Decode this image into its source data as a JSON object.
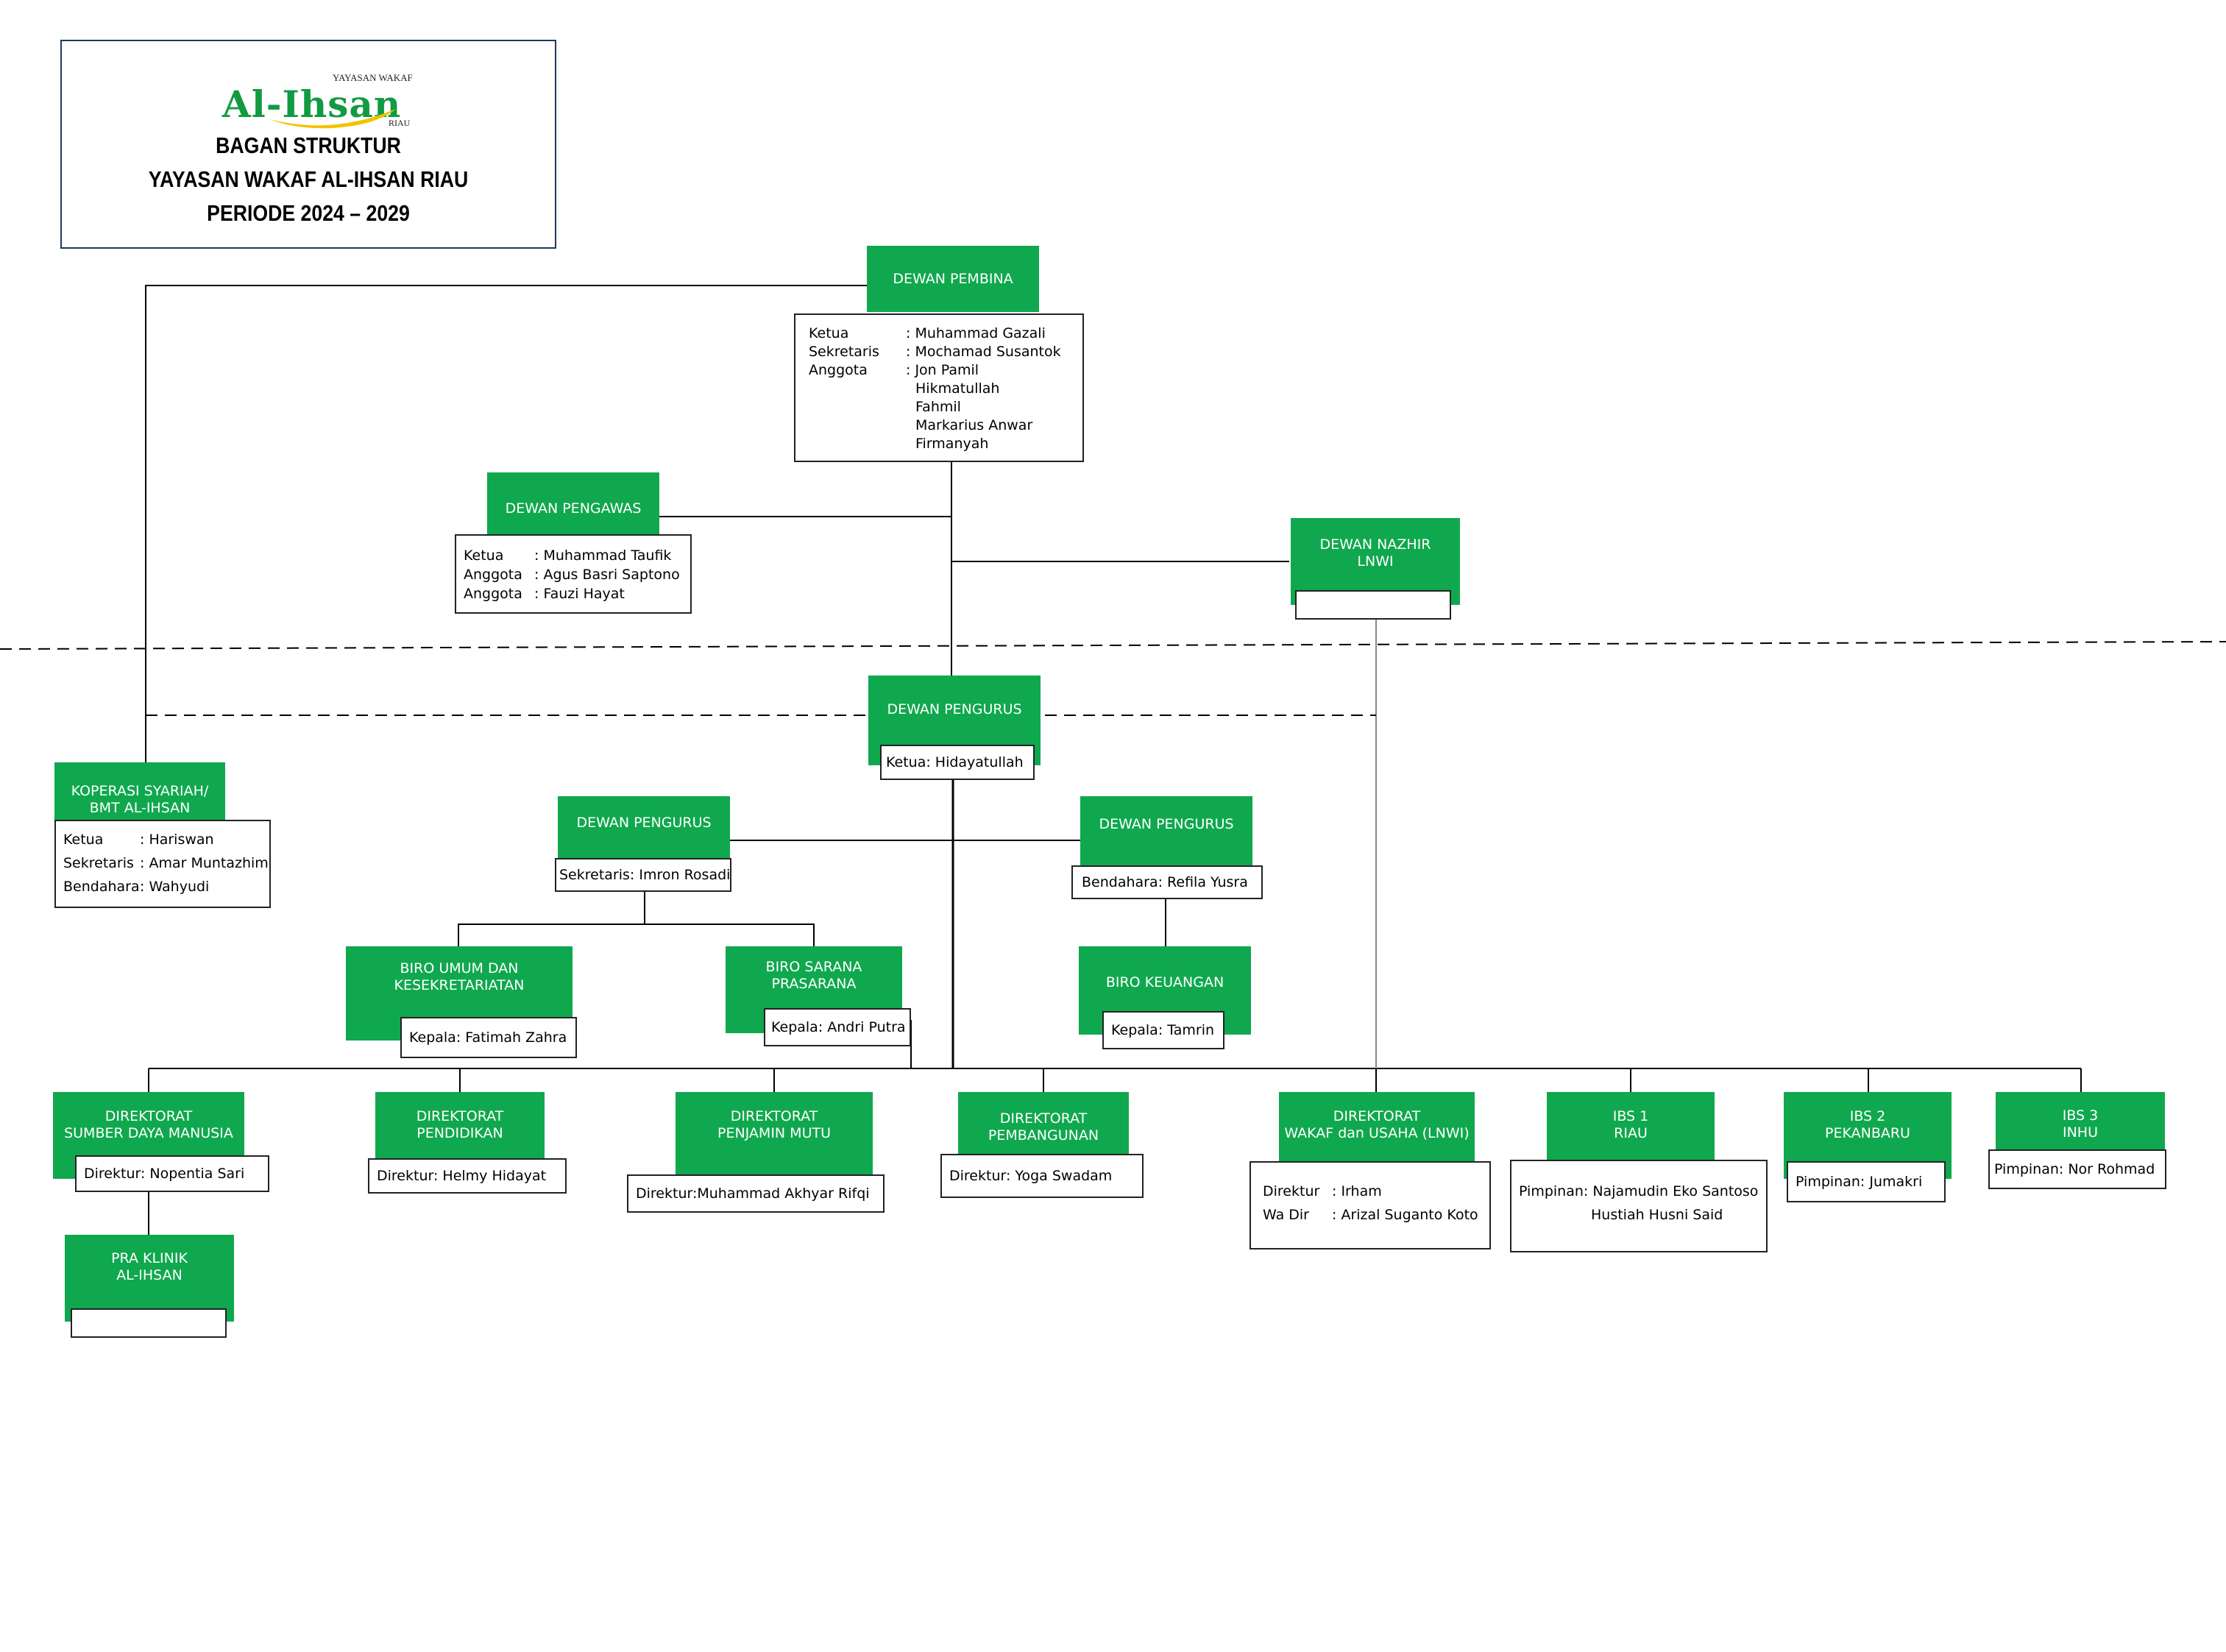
{
  "logo": {
    "main": "Al-Ihsan",
    "top": "YAYASAN WAKAF",
    "bottom": "RIAU"
  },
  "title": [
    "BAGAN STRUKTUR",
    "YAYASAN WAKAF AL-IHSAN RIAU",
    "PERIODE 2024 – 2029"
  ],
  "colors": {
    "green": "#10a84e",
    "title_border": "#1f3864"
  },
  "dewan_pembina": {
    "label": "DEWAN PEMBINA",
    "rows": [
      [
        "Ketua",
        ": Muhammad Gazali"
      ],
      [
        "Sekretaris",
        ": Mochamad Susantok"
      ],
      [
        "Anggota",
        ": Jon Pamil"
      ],
      [
        "",
        "Hikmatullah"
      ],
      [
        "",
        "Fahmil"
      ],
      [
        "",
        "Markarius Anwar"
      ],
      [
        "",
        "Firmanyah"
      ]
    ]
  },
  "dewan_pengawas": {
    "label": "DEWAN PENGAWAS",
    "rows": [
      [
        "Ketua",
        ": Muhammad Taufik"
      ],
      [
        "Anggota",
        ": Agus Basri Saptono"
      ],
      [
        "Anggota",
        ": Fauzi Hayat"
      ]
    ]
  },
  "dewan_nazhir": {
    "label": [
      "DEWAN NAZHIR",
      "LNWI"
    ]
  },
  "dewan_pengurus": {
    "label": "DEWAN PENGURUS",
    "info": "Ketua: Hidayatullah"
  },
  "koperasi": {
    "label": [
      "KOPERASI SYARIAH/",
      "BMT AL-IHSAN"
    ],
    "rows": [
      [
        "Ketua",
        ": Hariswan"
      ],
      [
        "Sekretaris",
        ": Amar Muntazhim"
      ],
      [
        "Bendahara",
        ": Wahyudi"
      ]
    ]
  },
  "pengurus_sekretaris": {
    "label": "DEWAN PENGURUS",
    "info": "Sekretaris: Imron Rosadi"
  },
  "pengurus_bendahara": {
    "label": "DEWAN PENGURUS",
    "info": "Bendahara: Refila Yusra"
  },
  "biro_umum": {
    "label": [
      "BIRO UMUM DAN",
      "KESEKRETARIATAN"
    ],
    "info": "Kepala: Fatimah Zahra"
  },
  "biro_sarana": {
    "label": [
      "BIRO SARANA",
      "PRASARANA"
    ],
    "info": "Kepala: Andri Putra"
  },
  "biro_keuangan": {
    "label": "BIRO KEUANGAN",
    "info": "Kepala: Tamrin"
  },
  "dir_sdm": {
    "label": [
      "DIREKTORAT",
      "SUMBER DAYA MANUSIA"
    ],
    "info": "Direktur: Nopentia Sari"
  },
  "dir_pendidikan": {
    "label": [
      "DIREKTORAT",
      "PENDIDIKAN"
    ],
    "info": "Direktur: Helmy Hidayat"
  },
  "dir_mutu": {
    "label": [
      "DIREKTORAT",
      "PENJAMIN MUTU"
    ],
    "info": "Direktur:Muhammad Akhyar Rifqi"
  },
  "dir_pembangunan": {
    "label": [
      "DIREKTORAT",
      "PEMBANGUNAN"
    ],
    "info": "Direktur: Yoga Swadam"
  },
  "dir_wakaf": {
    "label": [
      "DIREKTORAT",
      "WAKAF dan USAHA (LNWI)"
    ],
    "rows": [
      [
        "Direktur",
        ": Irham"
      ],
      [
        "Wa Dir",
        ": Arizal Suganto Koto"
      ]
    ]
  },
  "ibs1": {
    "label": [
      "IBS 1",
      "RIAU"
    ],
    "rows": [
      "Pimpinan: Najamudin Eko Santoso",
      "Hustiah Husni Said"
    ]
  },
  "ibs2": {
    "label": [
      "IBS 2",
      "PEKANBARU"
    ],
    "info": "Pimpinan: Jumakri"
  },
  "ibs3": {
    "label": [
      "IBS 3",
      "INHU"
    ],
    "info": "Pimpinan: Nor Rohmad"
  },
  "pra_klinik": {
    "label": [
      "PRA KLINIK",
      "AL-IHSAN"
    ]
  }
}
